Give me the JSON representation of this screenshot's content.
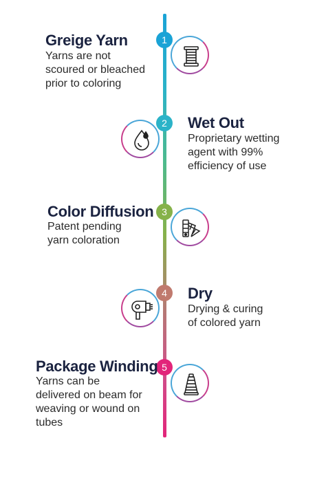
{
  "steps": [
    {
      "number": "1",
      "title": "Greige Yarn",
      "description": "Yarns are not\nscoured or bleached\nprior to coloring",
      "icon": "thread-spool-icon",
      "color": "#1aa3d6"
    },
    {
      "number": "2",
      "title": "Wet Out",
      "description": "Proprietary wetting\nagent with 99%\nefficiency of use",
      "icon": "water-drop-icon",
      "color": "#2bb3c8"
    },
    {
      "number": "3",
      "title": "Color Diffusion",
      "description": "Patent pending\nyarn coloration",
      "icon": "color-swatch-fan-icon",
      "color": "#86b24a"
    },
    {
      "number": "4",
      "title": "Dry",
      "description": "Drying & curing\nof colored yarn",
      "icon": "hair-dryer-icon",
      "color": "#c07a6e"
    },
    {
      "number": "5",
      "title": "Package Winding",
      "description": "Yarns can be\ndelivered on beam for\nweaving or wound on\ntubes",
      "icon": "yarn-cone-icon",
      "color": "#e2257a"
    }
  ]
}
